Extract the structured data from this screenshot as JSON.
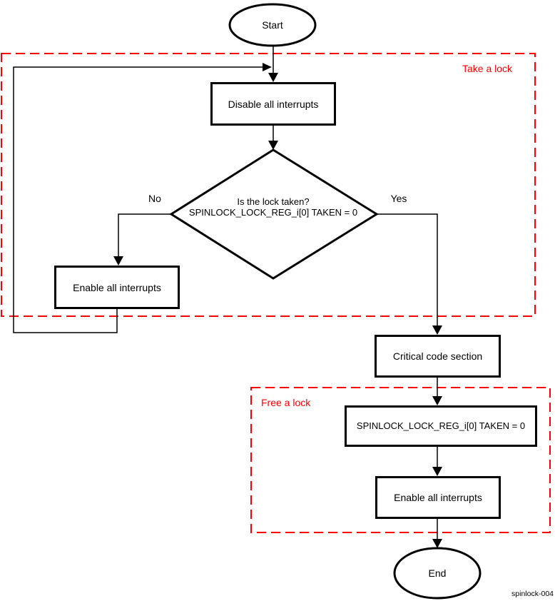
{
  "diagram": {
    "watermark": "spinlock-004",
    "colors": {
      "line": "#000000",
      "region_border": "#ff0000",
      "background": "#ffffff"
    },
    "nodes": {
      "start": {
        "label": "Start"
      },
      "disable_interrupts": {
        "label": "Disable all interrupts"
      },
      "decision": {
        "question": "Is the lock taken?",
        "condition": "SPINLOCK_LOCK_REG_i[0] TAKEN = 0"
      },
      "enable_interrupts_retry": {
        "label": "Enable all interrupts"
      },
      "critical_code": {
        "label": "Critical code section"
      },
      "free_lock_write": {
        "label": "SPINLOCK_LOCK_REG_i[0] TAKEN = 0"
      },
      "enable_interrupts_free": {
        "label": "Enable all interrupts"
      },
      "end": {
        "label": "End"
      }
    },
    "branch_labels": {
      "no": "No",
      "yes": "Yes"
    },
    "regions": {
      "take_a_lock": {
        "label": "Take a lock"
      },
      "free_a_lock": {
        "label": "Free a lock"
      }
    }
  }
}
